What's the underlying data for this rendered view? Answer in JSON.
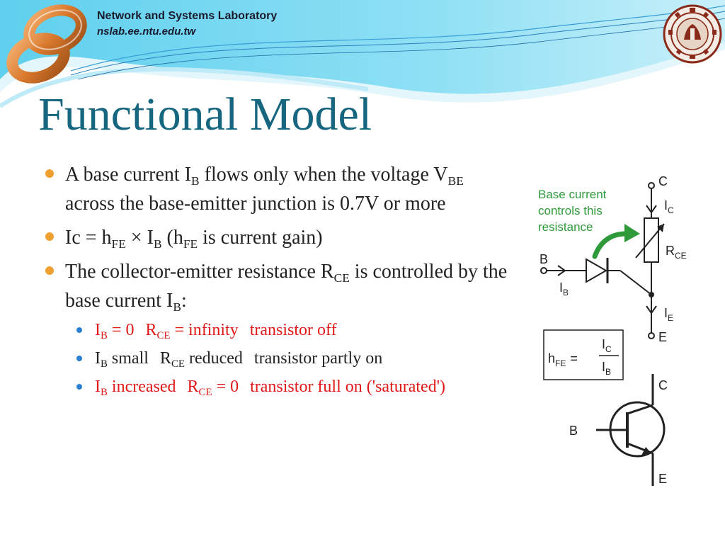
{
  "header": {
    "lab_name": "Network and Systems Laboratory",
    "lab_url": "nslab.ee.ntu.edu.tw"
  },
  "title": "Functional Model",
  "bullets": {
    "b1": {
      "t1": "A base current I",
      "s1": "B",
      "t2": " flows only when the voltage V",
      "s2": "BE",
      "t3": " across the base-emitter junction is 0.7V or more"
    },
    "b2": {
      "t1": "Ic = h",
      "s1": "FE",
      "t2": " × I",
      "s2": "B",
      "t3": " (h",
      "s3": "FE",
      "t4": " is current gain)"
    },
    "b3": {
      "t1": "The collector-emitter resistance R",
      "s1": "CE",
      "t2": " is controlled by the base current I",
      "s2": "B",
      "t3": ":"
    }
  },
  "sub_bullets": {
    "s1": {
      "a": "I",
      "a_sub": "B",
      "b": " = 0",
      "c": "R",
      "c_sub": "CE",
      "d": " = infinity",
      "e": "transistor off"
    },
    "s2": {
      "a": "I",
      "a_sub": "B",
      "b": " small",
      "c": "R",
      "c_sub": "CE",
      "d": " reduced",
      "e": "transistor partly on"
    },
    "s3": {
      "a": "I",
      "a_sub": "B",
      "b": " increased",
      "c": "R",
      "c_sub": "CE",
      "d": " = 0",
      "e": "transistor full on ('saturated')"
    }
  },
  "diagram": {
    "annotation_line1": "Base current",
    "annotation_line2": "controls this",
    "annotation_line3": "resistance",
    "C": "C",
    "B": "B",
    "E": "E",
    "I": "I",
    "R": "R",
    "h": "h",
    "eq": "=",
    "sub_C": "C",
    "sub_B": "B",
    "sub_E": "E",
    "sub_CE": "CE",
    "sub_FE": "FE",
    "accent_color": "#2e9a3a",
    "red_color": "#e01818",
    "title_color": "#17667f"
  }
}
